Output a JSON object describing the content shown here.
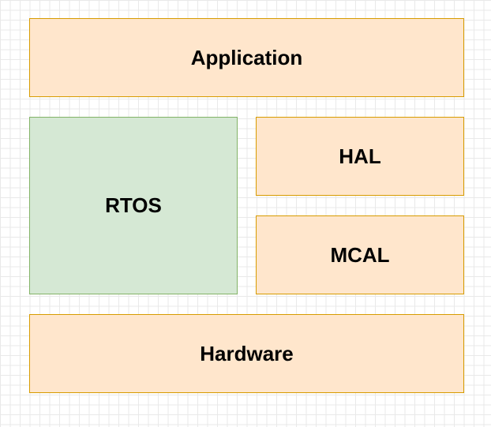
{
  "colors": {
    "orange_fill": "#ffe6cc",
    "orange_stroke": "#d79b00",
    "green_fill": "#d5e8d4",
    "green_stroke": "#82b366",
    "grid": "#e9e9e9"
  },
  "blocks": {
    "application": {
      "label": "Application"
    },
    "rtos": {
      "label": "RTOS"
    },
    "hal": {
      "label": "HAL"
    },
    "mcal": {
      "label": "MCAL"
    },
    "hardware": {
      "label": "Hardware"
    }
  }
}
